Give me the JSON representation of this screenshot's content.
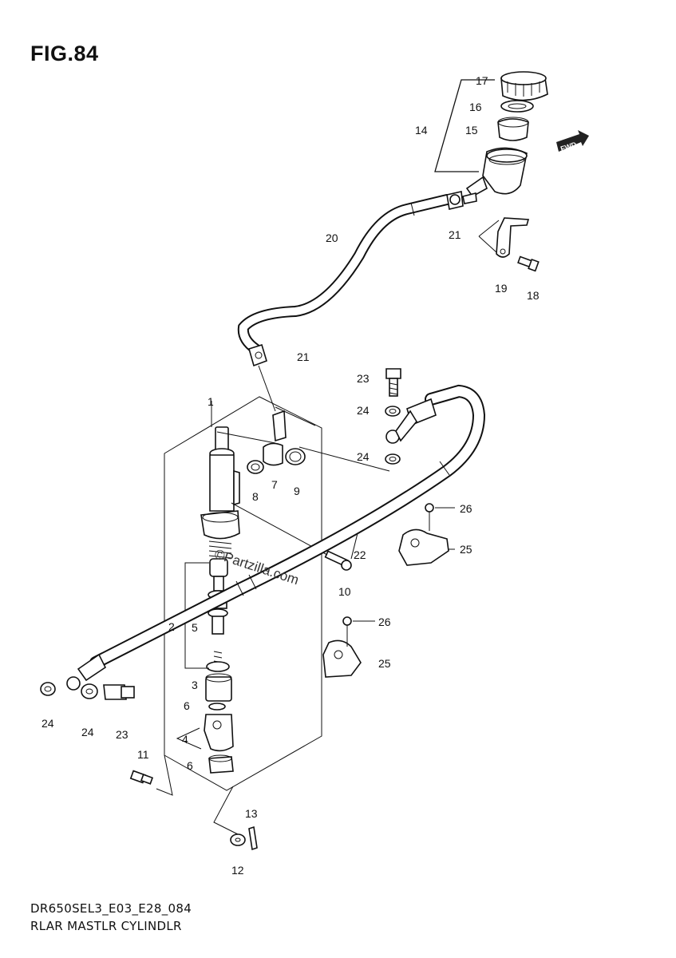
{
  "figure": {
    "title": "FIG.84",
    "code": "DR650SEL3_E03_E28_084",
    "name": "RLAR MASTLR CYLINDLR"
  },
  "watermark": "©Partzilla.com",
  "direction_badge": "FWD",
  "callouts": {
    "c1": "1",
    "c2": "2",
    "c3": "3",
    "c4": "4",
    "c5": "5",
    "c6a": "6",
    "c6b": "6",
    "c7": "7",
    "c8": "8",
    "c9": "9",
    "c10": "10",
    "c11": "11",
    "c12": "12",
    "c13": "13",
    "c14": "14",
    "c15": "15",
    "c16": "16",
    "c17": "17",
    "c18": "18",
    "c19": "19",
    "c20": "20",
    "c21a": "21",
    "c21b": "21",
    "c22": "22",
    "c23a": "23",
    "c23b": "23",
    "c24a": "24",
    "c24b": "24",
    "c24c": "24",
    "c24d": "24",
    "c25a": "25",
    "c25b": "25",
    "c26a": "26",
    "c26b": "26"
  }
}
